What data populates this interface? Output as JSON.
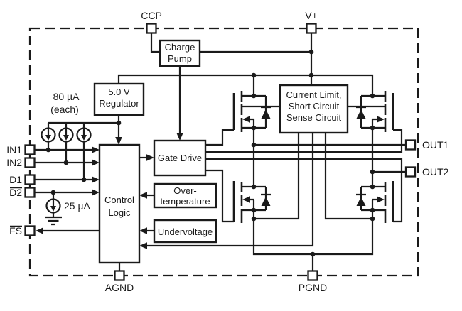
{
  "pins": {
    "ccp": "CCP",
    "vplus": "V+",
    "in1": "IN1",
    "in2": "IN2",
    "d1": "D1",
    "d2": "D2",
    "fs": "FS",
    "out1": "OUT1",
    "out2": "OUT2",
    "agnd": "AGND",
    "pgnd": "PGND"
  },
  "blocks": {
    "charge_pump": {
      "line1": "Charge",
      "line2": "Pump"
    },
    "regulator": {
      "line1": "5.0 V",
      "line2": "Regulator"
    },
    "current_limit": {
      "line1": "Current Limit,",
      "line2": "Short Circuit",
      "line3": "Sense Circuit"
    },
    "gate_drive": {
      "line1": "Gate Drive"
    },
    "control_logic": {
      "line1": "Control",
      "line2": "Logic"
    },
    "over_temperature": {
      "line1": "Over-",
      "line2": "temperature"
    },
    "undervoltage": {
      "line1": "Undervoltage"
    }
  },
  "annotations": {
    "bias_current": "80 µA",
    "bias_each": "(each)",
    "pulldown_current": "25 µA"
  },
  "colors": {
    "line": "#1a1a1a",
    "background": "#ffffff"
  }
}
